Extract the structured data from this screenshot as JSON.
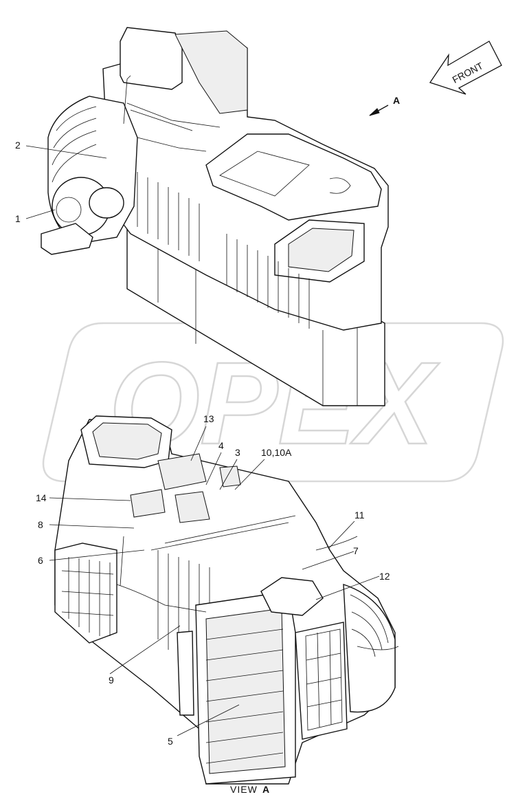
{
  "diagram": {
    "callouts": {
      "c1": "1",
      "c2": "2",
      "c3": "3",
      "c4": "4",
      "c5": "5",
      "c6": "6",
      "c7": "7",
      "c8": "8",
      "c9": "9",
      "c10": "10,10A",
      "c11": "11",
      "c12": "12",
      "c13": "13",
      "c14": "14"
    },
    "arrow_label": "FRONT",
    "view_marker": "A",
    "view_caption_word": "VIEW",
    "view_caption_letter": "A",
    "watermark": "OPEX"
  }
}
